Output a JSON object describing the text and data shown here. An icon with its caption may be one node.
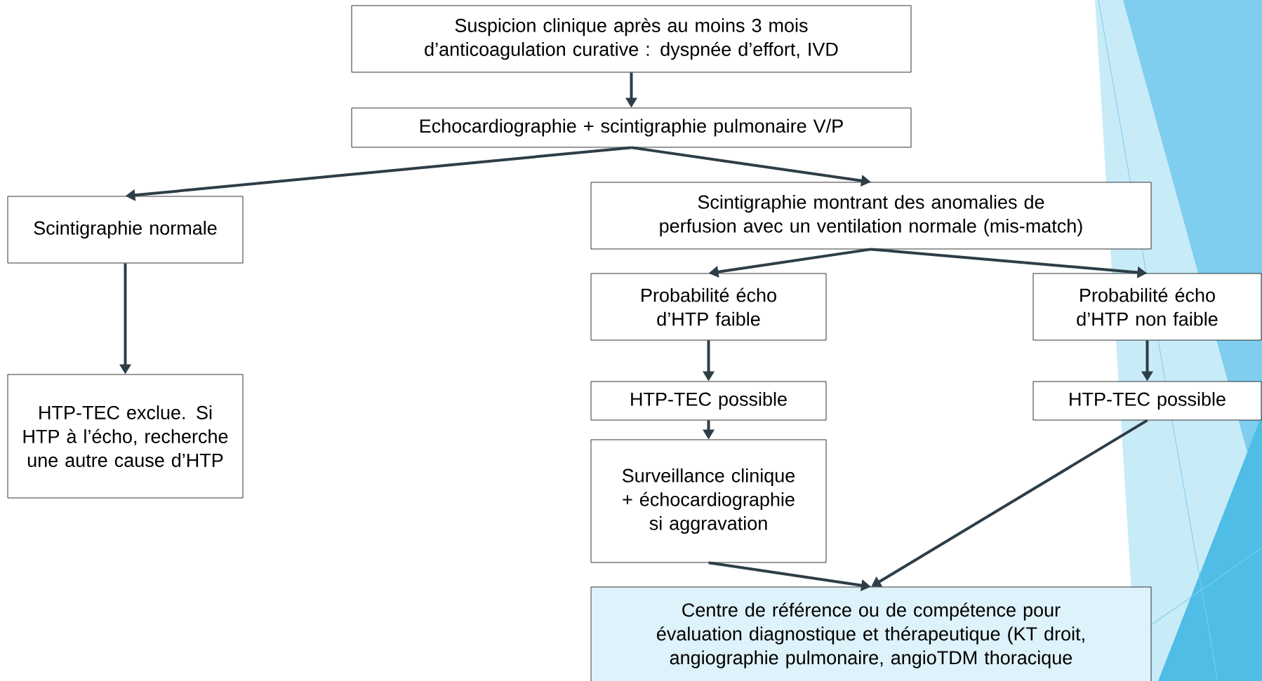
{
  "diagram": {
    "nodes": [
      {
        "text": [
          "Suspicion clinique après au moins 3 mois d’anticoagulation curative : dyspnée d’effort, IVD"
        ]
      },
      {
        "text": [
          "Echocardiographie + scintigraphie pulmonaire V/P"
        ]
      },
      {
        "text": [
          "Scintigraphie normale"
        ]
      },
      {
        "text": [
          "Scintigraphie montrant des anomalies de perfusion avec un ventilation normale (mis-match)"
        ]
      },
      {
        "text": [
          "Probabilité écho d’HTP faible"
        ]
      },
      {
        "text": [
          "Probabilité écho d’HTP non faible"
        ]
      },
      {
        "text": [
          "HTP-TEC exclue. Si HTP à l’écho, recherche une autre cause d’HTP"
        ]
      },
      {
        "text": [
          "HTP-TEC possible"
        ]
      },
      {
        "text": [
          "HTP-TEC possible"
        ]
      },
      {
        "text": [
          "Surveillance clinique + échocardiographie si aggravation"
        ]
      },
      {
        "text": [
          "Centre de référence ou de compétence pour évaluation diagnostique et thérapeutique (KT droit, angiographie pulmonaire, angioTDM thoracique"
        ]
      }
    ],
    "edges": [
      {
        "from": 0,
        "to": 1,
        "arrow": "to"
      },
      {
        "from": 1,
        "to": 2,
        "arrow": "to"
      },
      {
        "from": 1,
        "to": 3,
        "arrow": "to"
      },
      {
        "from": 2,
        "to": 6,
        "arrow": "to"
      },
      {
        "from": 3,
        "to": 4,
        "arrow": "to"
      },
      {
        "from": 3,
        "to": 5,
        "arrow": "to"
      },
      {
        "from": 4,
        "to": 7,
        "arrow": "to"
      },
      {
        "from": 5,
        "to": 8,
        "arrow": "to"
      },
      {
        "from": 7,
        "to": 9,
        "arrow": "to"
      },
      {
        "from": 9,
        "to": 10,
        "arrow": "to"
      },
      {
        "from": 8,
        "to": 10,
        "arrow": "to"
      }
    ]
  }
}
